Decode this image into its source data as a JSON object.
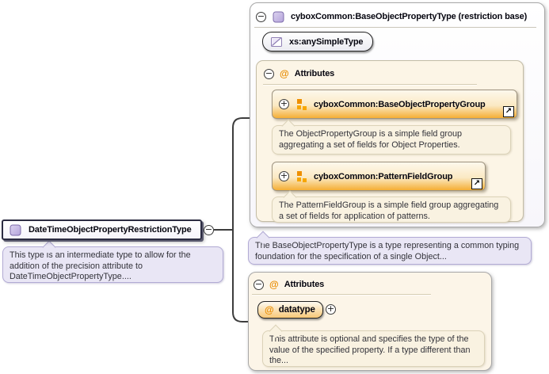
{
  "root": {
    "label": "DateTimeObjectPropertyRestrictionType",
    "doc": "This type is an intermediate type to allow for the addition of the precision attribute to DateTimeObjectPropertyType...."
  },
  "panel": {
    "title": "cyboxCommon:BaseObjectPropertyType (restriction base)",
    "base_type": "xs:anySimpleType",
    "attributes_label": "Attributes",
    "groups": [
      {
        "label": "cyboxCommon:BaseObjectPropertyGroup",
        "doc": "The ObjectPropertyGroup is a simple field group aggregating a set of fields for Object Properties."
      },
      {
        "label": "cyboxCommon:PatternFieldGroup",
        "doc": "The PatternFieldGroup is a simple field group aggregating a set of fields for application of patterns."
      }
    ],
    "doc": "The BaseObjectPropertyType is a type representing a common typing foundation for the specification of a single Object..."
  },
  "attributes_panel": {
    "title": "Attributes",
    "attribute": {
      "name": "datatype",
      "doc": "This attribute is optional and specifies the type of the value of the specified property. If a type different than the..."
    }
  },
  "icons": {
    "collapse": "−",
    "expand": "+",
    "attribute": "@",
    "jump": "↗"
  },
  "colors": {
    "accent_orange": "#f5ae35",
    "at_orange": "#e88c00",
    "purple_icon": "#b9a7dd",
    "note_purple_bg": "#e9e6f5",
    "cream_bg": "#fcf5e6",
    "connector": "#3d3d3d"
  }
}
